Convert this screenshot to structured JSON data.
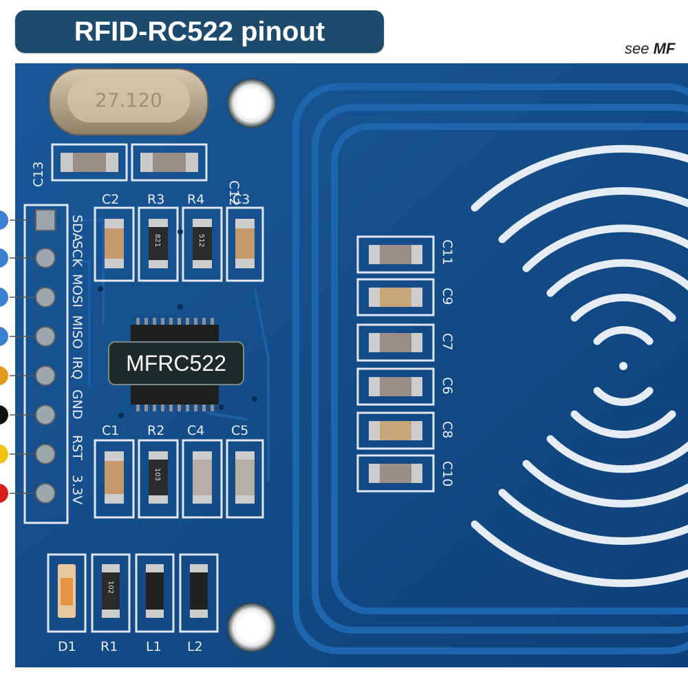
{
  "title": "RFID-RC522 pinout",
  "see_note": {
    "prefix": "see",
    "target": "MF"
  },
  "chip_label": "MFRC522",
  "crystal_marking": "27.120",
  "pins": [
    {
      "label": "SDA",
      "color": "#3a7fd0"
    },
    {
      "label": "SCK",
      "color": "#3a7fd0"
    },
    {
      "label": "MOSI",
      "color": "#3a7fd0"
    },
    {
      "label": "MISO",
      "color": "#3a7fd0"
    },
    {
      "label": "IRQ",
      "color": "#e39a1c"
    },
    {
      "label": "GND",
      "color": "#111111"
    },
    {
      "label": "RST",
      "color": "#f1c40f"
    },
    {
      "label": "3.3V",
      "color": "#d91e1e"
    }
  ],
  "components": {
    "c13": "C13",
    "c12": "C12",
    "c2": "C2",
    "r3": "R3",
    "r4": "R4",
    "c3": "C3",
    "c1": "C1",
    "r2": "R2",
    "c4": "C4",
    "c5": "C5",
    "d1": "D1",
    "r1": "R1",
    "l1": "L1",
    "l2": "L2",
    "c11": "C11",
    "c9": "C9",
    "c7": "C7",
    "c6": "C6",
    "c8": "C8",
    "c10": "C10",
    "r3_code": "821",
    "r4_code": "512",
    "r2_code": "103",
    "r1_code": "102"
  },
  "colors": {
    "board": "#0f4a86",
    "title_bg": "#1c4b6e",
    "silkscreen": "#e9eef5"
  }
}
